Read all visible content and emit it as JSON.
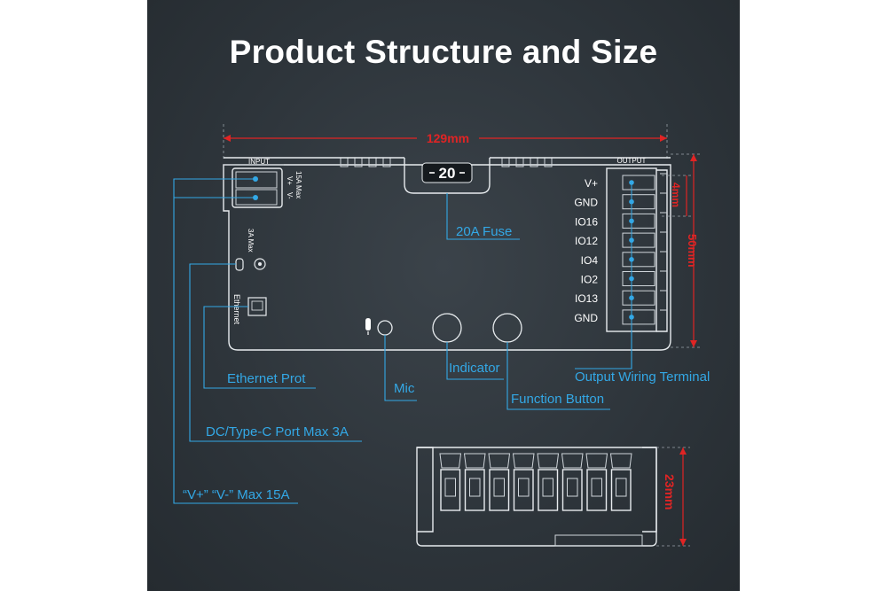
{
  "title": "Product Structure and Size",
  "dimensions": {
    "width": "129mm",
    "pitch": "4mm",
    "terminal_height": "50mm",
    "depth": "23mm"
  },
  "board": {
    "input_header": "INPUT",
    "input_rating": "15A Max",
    "input_vplus": "V+",
    "input_vminus": "V-",
    "output_header": "OUTPUT",
    "fuse_display": "20",
    "usb_rating": "3A Max",
    "ethernet_label": "Ethernet"
  },
  "output_pins": [
    "V+",
    "GND",
    "IO16",
    "IO12",
    "IO4",
    "IO2",
    "IO13",
    "GND"
  ],
  "callouts": {
    "fuse": "20A Fuse",
    "ethernet": "Ethernet Prot",
    "mic": "Mic",
    "indicator": "Indicator",
    "function_button": "Function Button",
    "output_terminal": "Output Wiring Terminal",
    "dc_typec": "DC/Type-C Port Max 3A",
    "vplus_vminus": "“V+” “V-” Max 15A"
  },
  "colors": {
    "background": "#2d343a",
    "callout": "#33a8e6",
    "dimension": "#e02424",
    "title": "#ffffff"
  }
}
